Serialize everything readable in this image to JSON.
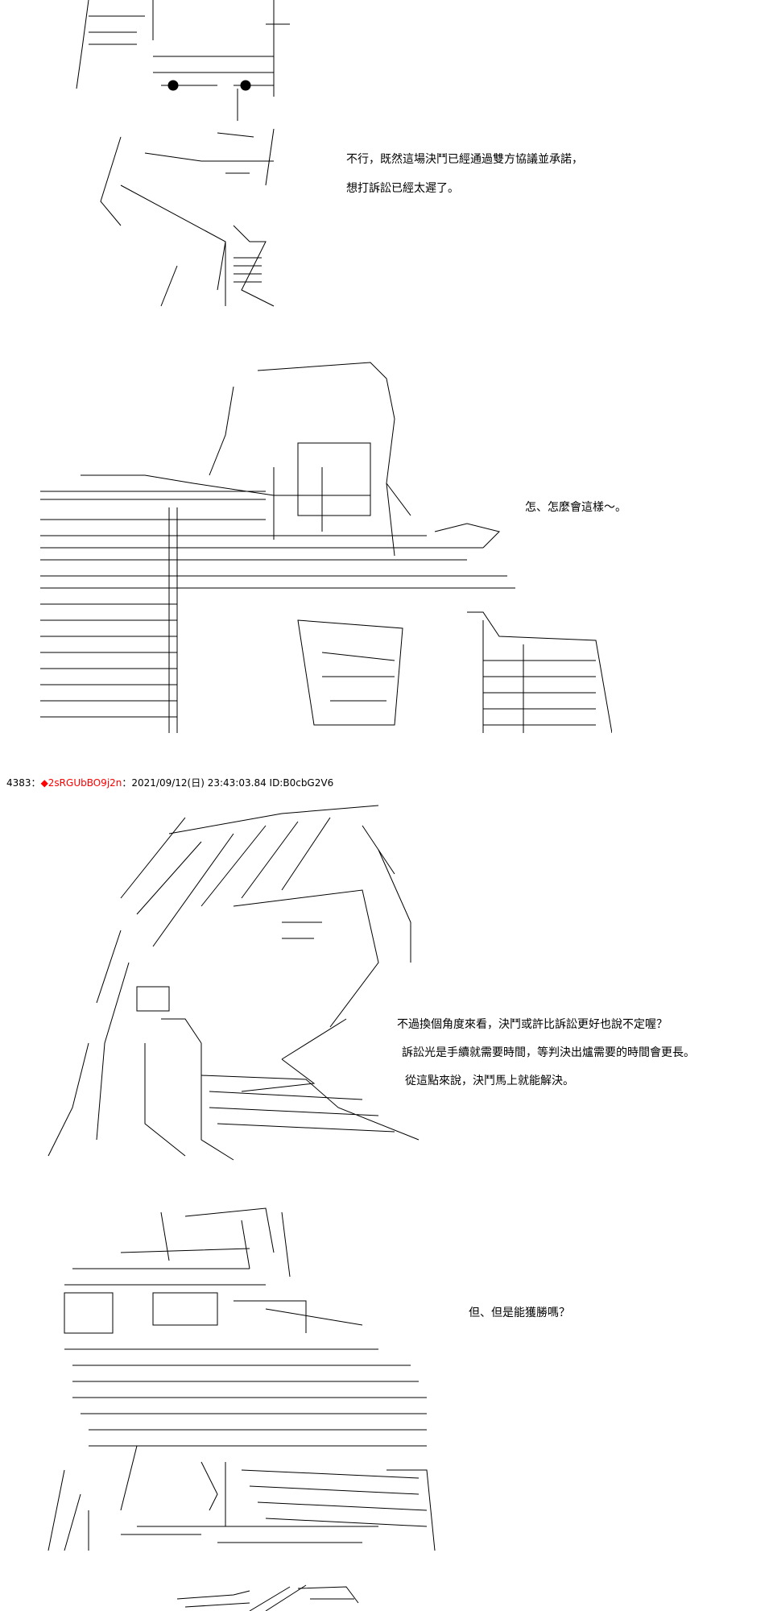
{
  "dialogs": {
    "panel1": [
      "不行，既然這場決鬥已經通過雙方協議並承諾，",
      "想打訴訟已經太遲了。"
    ],
    "panel2": [
      "怎、怎麼會這樣～。"
    ],
    "panel3": [
      "不過換個角度來看，決鬥或許比訴訟更好也說不定喔？",
      "訴訟光是手續就需要時間，等判決出爐需要的時間會更長。",
      "從這點來說，決鬥馬上就能解決。"
    ],
    "panel4": [
      "但、但是能獲勝嗎？"
    ]
  },
  "post": {
    "number": "4383",
    "separator": "：",
    "name": "◆2sRGUbBO9j2n",
    "datetime": "：2021/09/12(日) 23:43:03.84 ID:B0cbG2V6"
  },
  "colors": {
    "text": "#000000",
    "name": "#ff0000",
    "background": "#ffffff"
  }
}
